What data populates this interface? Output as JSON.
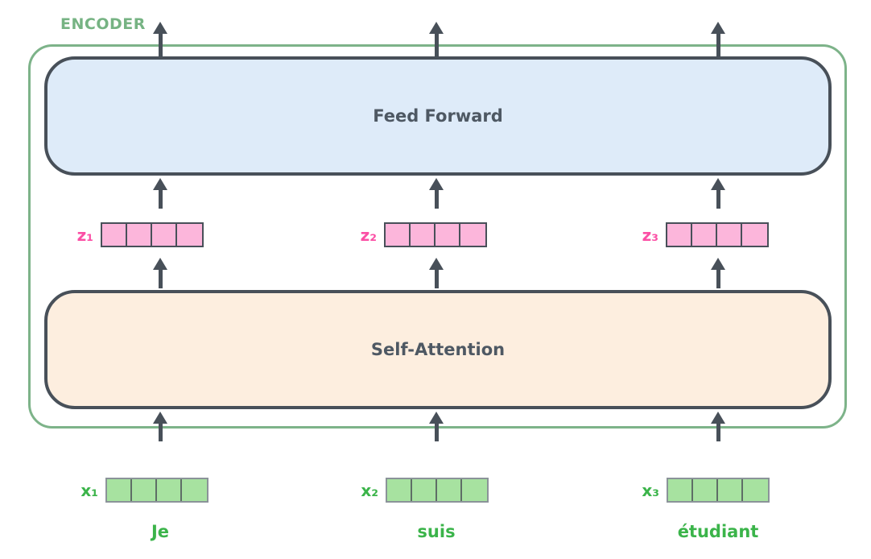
{
  "diagram": {
    "title": "ENCODER",
    "type": "transformer-encoder-block-diagram",
    "blocks": {
      "feed_forward": "Feed Forward",
      "self_attention": "Self-Attention"
    },
    "columns": [
      {
        "z_label": "z₁",
        "x_label": "x₁",
        "word": "Je"
      },
      {
        "z_label": "z₂",
        "x_label": "x₂",
        "word": "suis"
      },
      {
        "z_label": "z₃",
        "x_label": "x₃",
        "word": "étudiant"
      }
    ],
    "vector_cells_per_row": 4,
    "arrow_direction": "up",
    "colors": {
      "encoder_border": "#7db389",
      "encoder_label": "#76b383",
      "outline_and_arrows": "#485059",
      "feed_forward_fill": "#deebf9",
      "self_attention_fill": "#fdeedf",
      "z_vector_fill": "#fcb6db",
      "z_label": "#fb4fa5",
      "x_vector_fill": "#a7e2a0",
      "x_vector_border": "#8b9399",
      "word_text": "#3bb44a",
      "block_text": "#4e5863"
    }
  }
}
